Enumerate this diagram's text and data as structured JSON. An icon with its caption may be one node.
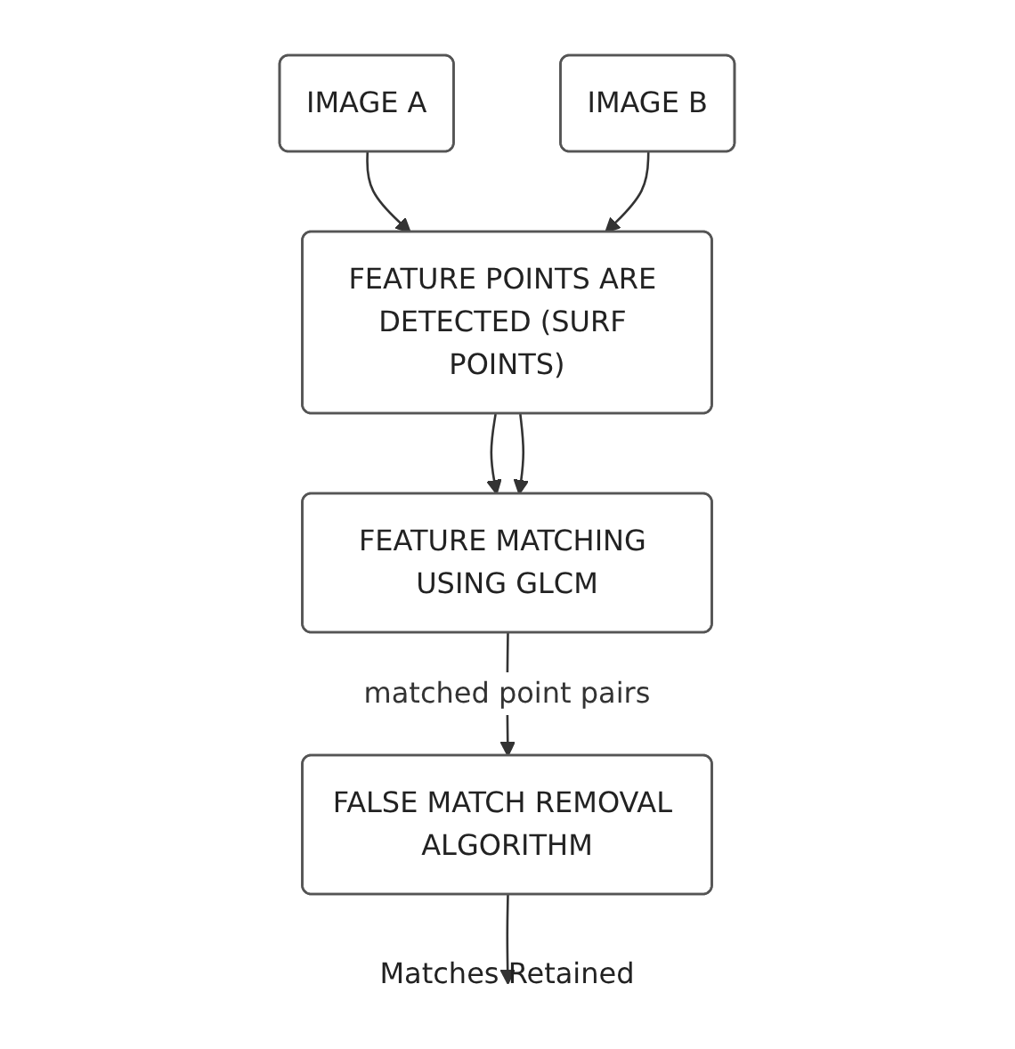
{
  "diagram": {
    "nodes": [
      {
        "text": [
          "IMAGE A"
        ]
      },
      {
        "text": [
          "IMAGE B"
        ]
      },
      {
        "text": [
          "FEATURE POINTS ARE DETECTED (SURF POINTS)"
        ]
      },
      {
        "text": [
          "FEATURE MATCHING USING GLCM"
        ]
      },
      {
        "text": [
          "FALSE MATCH REMOVAL ALGORITHM"
        ]
      },
      {
        "text": [
          "Matches Retained"
        ]
      }
    ],
    "edges": [
      {
        "from": 0,
        "to": 2,
        "arrow": "to"
      },
      {
        "from": 1,
        "to": 2,
        "arrow": "to"
      },
      {
        "from": 2,
        "to": 3,
        "arrow": "to"
      },
      {
        "from": 2,
        "to": 3,
        "arrow": "to"
      },
      {
        "from": 3,
        "to": 4,
        "arrow": "to",
        "label": "matched point pairs"
      },
      {
        "from": 4,
        "to": 5,
        "arrow": "to"
      }
    ]
  }
}
